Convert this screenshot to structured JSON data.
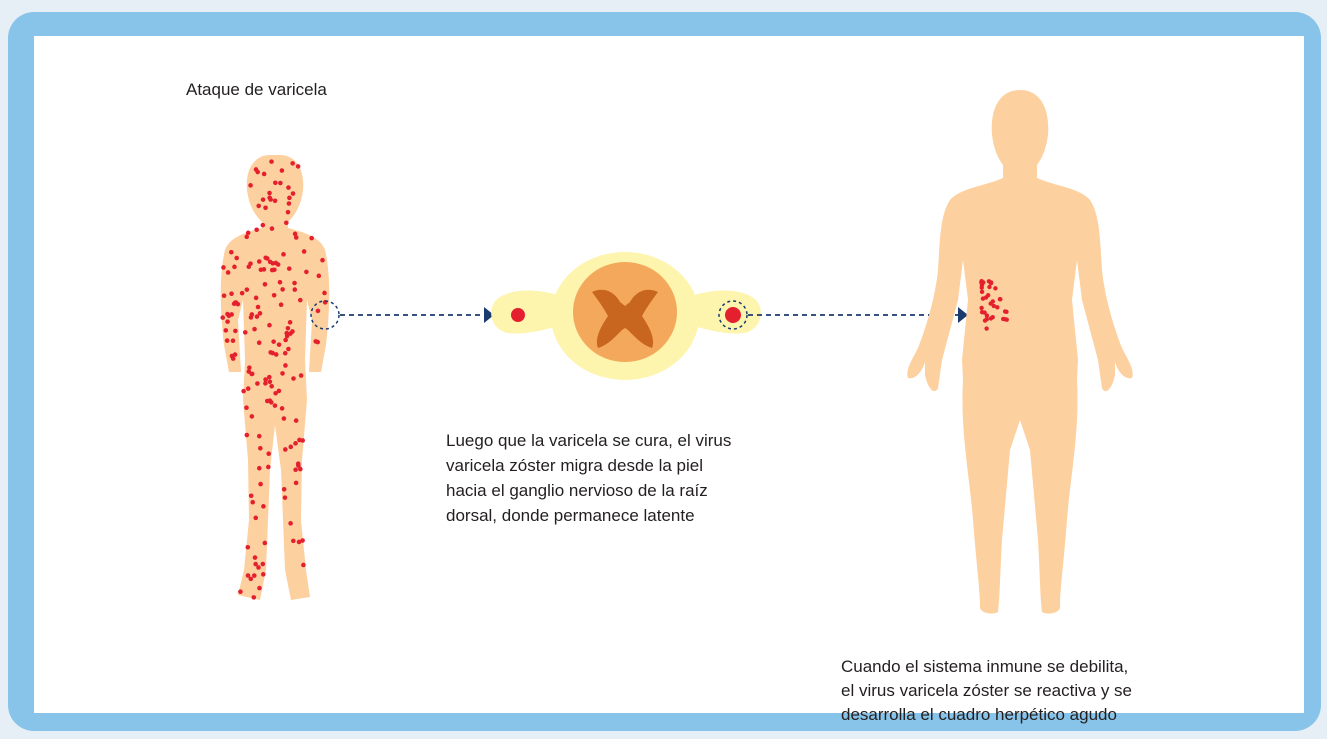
{
  "labels": {
    "chickenpox": "Ataque de varicela",
    "latency": "Luego que la varicela se cura, el virus\nvaricela zóster migra desde la piel\nhacia el ganglio nervioso de la raíz\ndorsal, donde permanece latente",
    "reactivation": "Cuando el sistema inmune se debilita,\nel virus varicela zóster se reactiva y se\ndesarrolla el cuadro herpético agudo"
  },
  "colors": {
    "frame": "#88c4ea",
    "skin": "#fdd09f",
    "rash": "#e5202e",
    "arrow": "#1b3b6f",
    "cord_outer": "#fdf4ad",
    "cord_grey": "#f4a85c",
    "cord_inner": "#c8651f"
  }
}
